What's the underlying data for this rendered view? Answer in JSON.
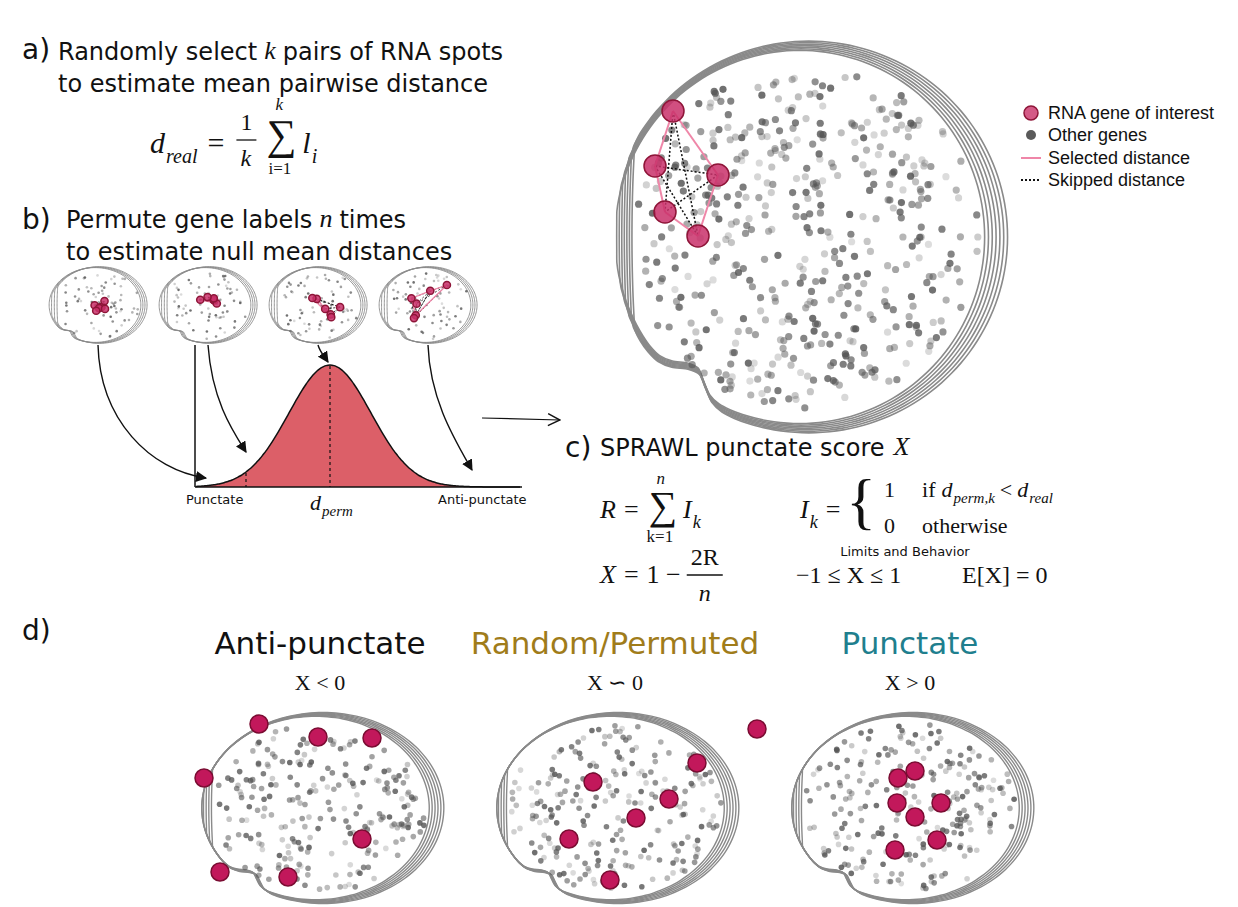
{
  "diagram": {
    "labels": [
      "a)",
      "Randomly select",
      "k",
      "pairs of RNA spots",
      "to estimate mean pairwise distance",
      "d",
      "real",
      "=",
      "1",
      "k",
      "∑",
      "k",
      "i=1",
      "l",
      "i",
      "b)",
      "Permute gene labels",
      "n",
      "times",
      "to estimate null mean distances",
      "Punctate",
      "d",
      "perm",
      "Anti-punctate",
      "c)",
      "SPRAWL punctate score",
      "X",
      "R",
      "=",
      "∑",
      "n",
      "k=1",
      "I",
      "k",
      "I",
      "k",
      "=",
      "{",
      "1",
      "if",
      "d",
      "perm,k",
      "<",
      "d",
      "real",
      "0",
      "otherwise",
      "X",
      "=",
      "1 −",
      "2R",
      "n",
      "Limits and Behavior",
      "−1 ≤ X ≤ 1",
      "E[X] = 0",
      "d)",
      "Anti-punctate",
      "X < 0",
      "Random/Permuted",
      "X ∽ 0",
      "Punctate",
      "X > 0"
    ],
    "legend": [
      {
        "text": "RNA gene of interest",
        "color": "#d45a86"
      },
      {
        "text": "Other genes",
        "color": "#5a5a5a"
      },
      {
        "text": "Selected distance"
      },
      {
        "text": "Skipped distance"
      }
    ]
  }
}
